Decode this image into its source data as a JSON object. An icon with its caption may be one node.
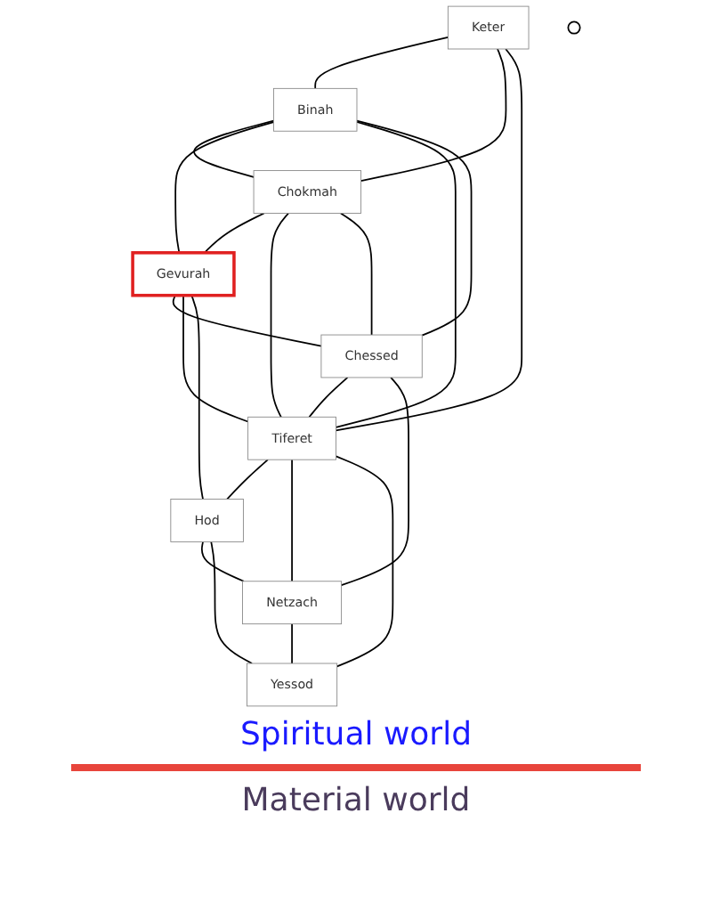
{
  "diagram": {
    "nodes": [
      {
        "text": [
          "Keter"
        ]
      },
      {
        "text": [
          "Binah"
        ]
      },
      {
        "text": [
          "Chokmah"
        ]
      },
      {
        "text": [
          "Gevurah"
        ]
      },
      {
        "text": [
          "Chessed"
        ]
      },
      {
        "text": [
          "Tiferet"
        ]
      },
      {
        "text": [
          "Hod"
        ]
      },
      {
        "text": [
          "Netzach"
        ]
      },
      {
        "text": [
          "Yessod"
        ]
      },
      {
        "text": [],
        "shape": "circle"
      }
    ],
    "edges": [
      {
        "from": 0,
        "to": 1,
        "arrow": "none"
      },
      {
        "from": 0,
        "to": 2,
        "arrow": "none"
      },
      {
        "from": 0,
        "to": 5,
        "arrow": "none"
      },
      {
        "from": 1,
        "to": 2,
        "arrow": "none"
      },
      {
        "from": 1,
        "to": 3,
        "arrow": "none"
      },
      {
        "from": 1,
        "to": 5,
        "arrow": "none"
      },
      {
        "from": 1,
        "to": 4,
        "arrow": "none"
      },
      {
        "from": 2,
        "to": 3,
        "arrow": "none"
      },
      {
        "from": 2,
        "to": 5,
        "arrow": "none"
      },
      {
        "from": 2,
        "to": 4,
        "arrow": "none"
      },
      {
        "from": 3,
        "to": 4,
        "arrow": "none"
      },
      {
        "from": 3,
        "to": 5,
        "arrow": "none"
      },
      {
        "from": 4,
        "to": 5,
        "arrow": "none"
      },
      {
        "from": 3,
        "to": 6,
        "arrow": "none"
      },
      {
        "from": 4,
        "to": 7,
        "arrow": "none"
      },
      {
        "from": 5,
        "to": 6,
        "arrow": "none"
      },
      {
        "from": 5,
        "to": 7,
        "arrow": "none"
      },
      {
        "from": 5,
        "to": 8,
        "arrow": "none"
      },
      {
        "from": 6,
        "to": 7,
        "arrow": "none"
      },
      {
        "from": 6,
        "to": 8,
        "arrow": "none"
      },
      {
        "from": 7,
        "to": 8,
        "arrow": "none"
      }
    ],
    "labels": [
      "Spiritual world",
      "Material world"
    ]
  }
}
